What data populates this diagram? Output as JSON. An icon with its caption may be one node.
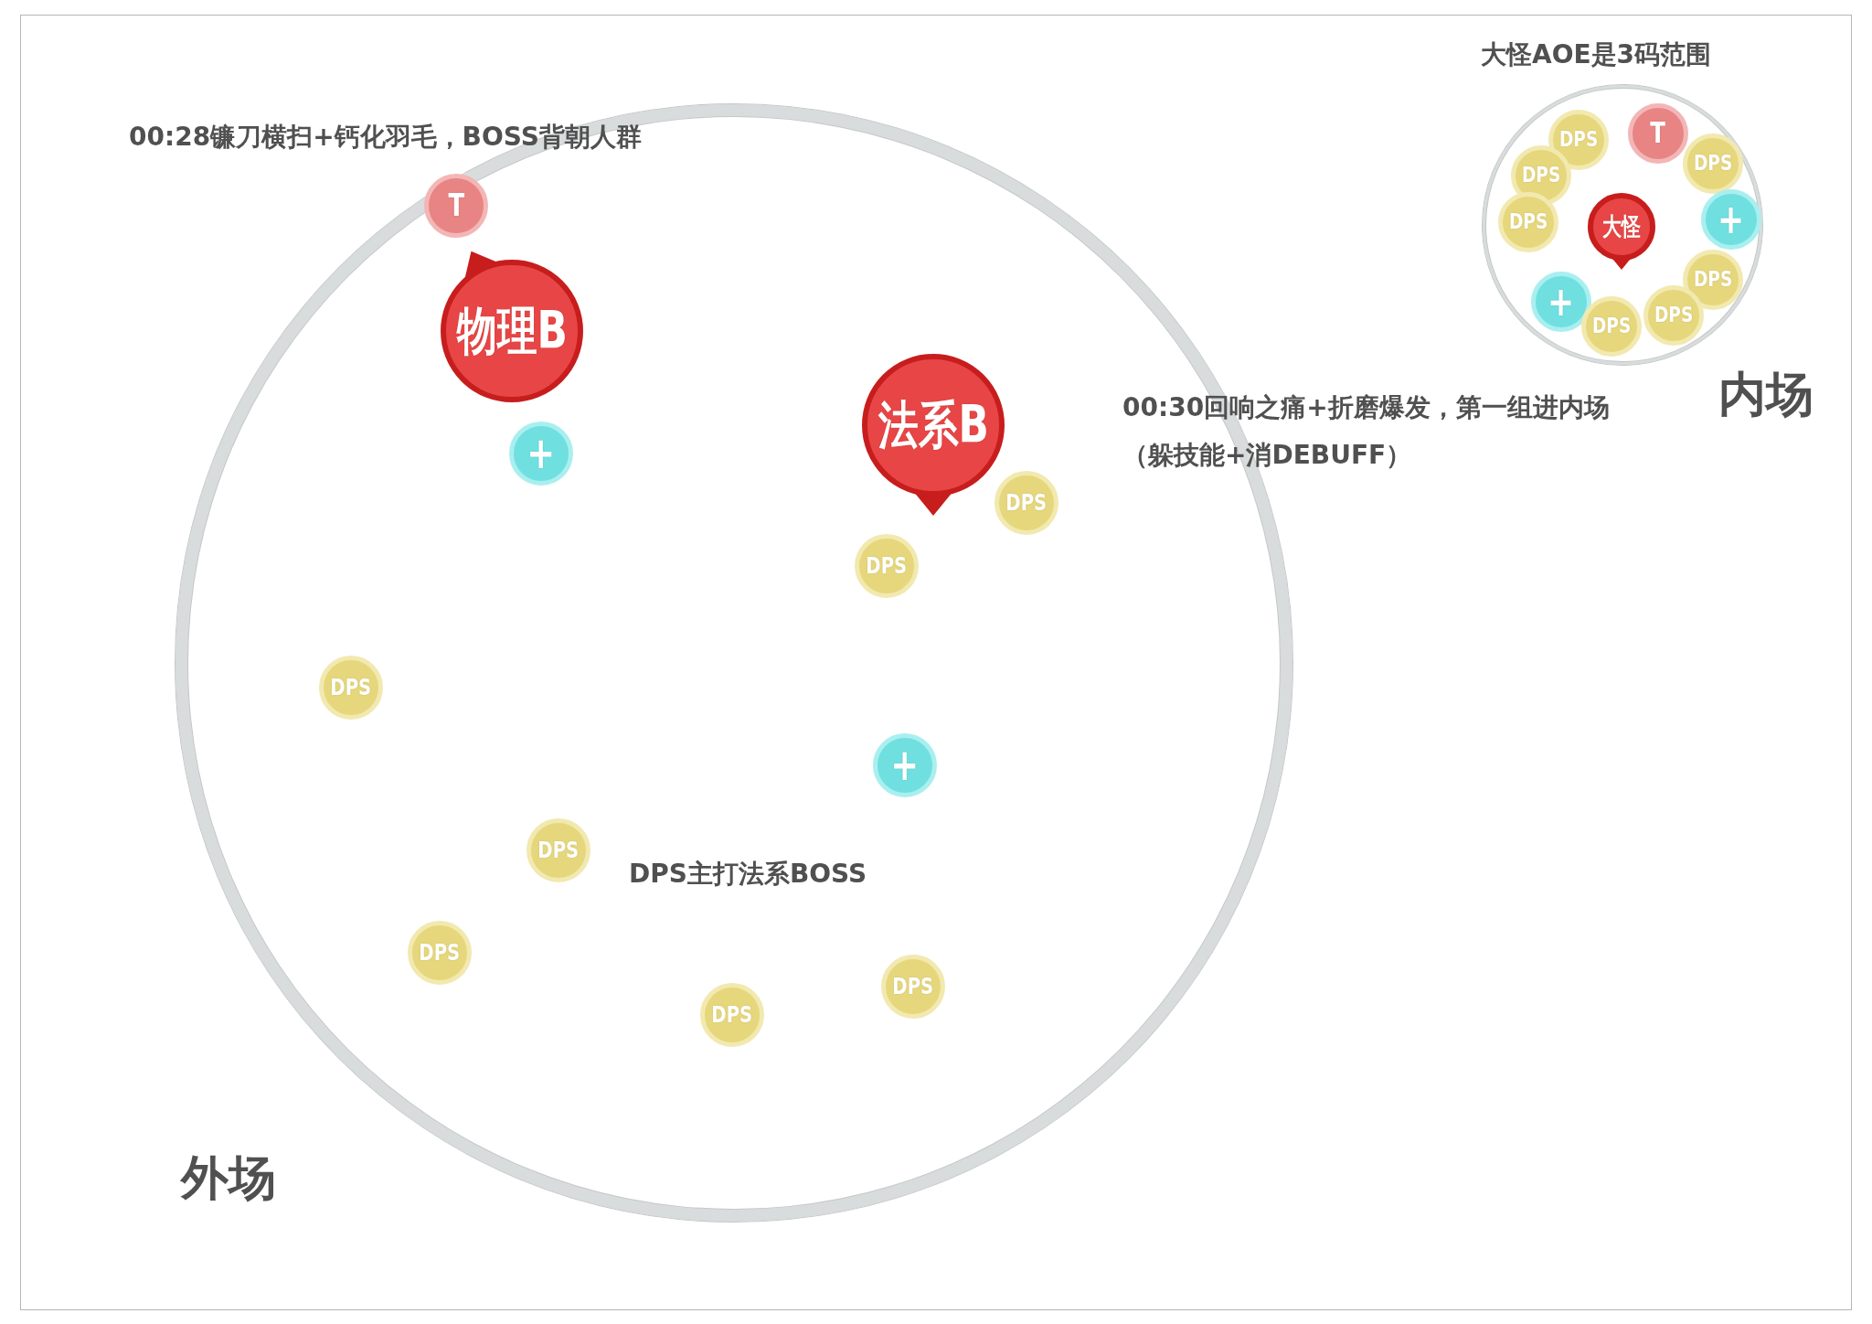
{
  "diagram": {
    "nodes": [
      {
        "text": [],
        "shape": "circle",
        "beside": [
          "外场"
        ]
      },
      {
        "text": [
          "T"
        ],
        "in": 0
      },
      {
        "text": [
          "物理B"
        ],
        "in": 0
      },
      {
        "text": [
          "+"
        ],
        "in": 0
      },
      {
        "text": [
          "法系B"
        ],
        "in": 0
      },
      {
        "text": [
          "DPS"
        ],
        "in": 0
      },
      {
        "text": [
          "DPS"
        ],
        "in": 0
      },
      {
        "text": [
          "DPS"
        ],
        "in": 0
      },
      {
        "text": [
          "+"
        ],
        "in": 0
      },
      {
        "text": [
          "DPS"
        ],
        "in": 0
      },
      {
        "text": [
          "DPS"
        ],
        "in": 0
      },
      {
        "text": [
          "DPS"
        ],
        "in": 0
      },
      {
        "text": [
          "DPS"
        ],
        "in": 0
      },
      {
        "text": [],
        "shape": "circle",
        "beside": [
          "内场"
        ]
      },
      {
        "text": [
          "DPS"
        ],
        "in": 13
      },
      {
        "text": [
          "T"
        ],
        "in": 13
      },
      {
        "text": [
          "DPS"
        ],
        "in": 13
      },
      {
        "text": [
          "DPS"
        ],
        "in": 13
      },
      {
        "text": [
          "DPS"
        ],
        "in": 13
      },
      {
        "text": [
          "+"
        ],
        "in": 13
      },
      {
        "text": [
          "大怪"
        ],
        "in": 13
      },
      {
        "text": [
          "DPS"
        ],
        "in": 13
      },
      {
        "text": [
          "+"
        ],
        "in": 13
      },
      {
        "text": [
          "DPS"
        ],
        "in": 13
      },
      {
        "text": [
          "DPS"
        ],
        "in": 13
      }
    ],
    "labels": [
      "大怪AOE是3码范围",
      "00:28镰刀横扫+钙化羽毛，BOSS背朝人群",
      "00:30回响之痛+折磨爆发，第一组进内场（躲技能+消DEBUFF）",
      "DPS主打法系BOSS"
    ]
  }
}
